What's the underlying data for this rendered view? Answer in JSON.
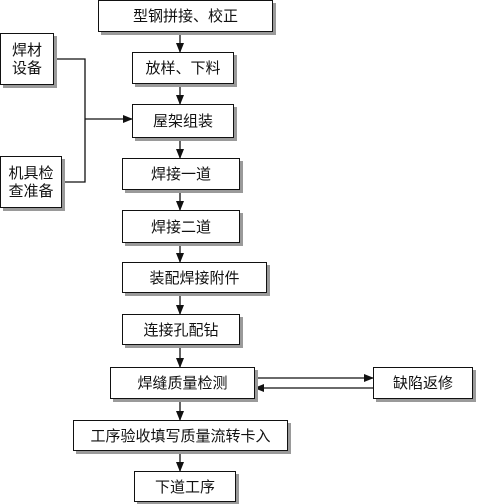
{
  "flowchart": {
    "steps": [
      "型钢拼接、校正",
      "放样、下料",
      "屋架组装",
      "焊接一道",
      "焊接二道",
      "装配焊接附件",
      "连接孔配钻",
      "焊缝质量检测",
      "工序验收填写质量流转卡入",
      "下道工序"
    ],
    "side_inputs": [
      "焊材\n设备",
      "机具检\n查准备"
    ],
    "repair_box": "缺陷返修"
  }
}
